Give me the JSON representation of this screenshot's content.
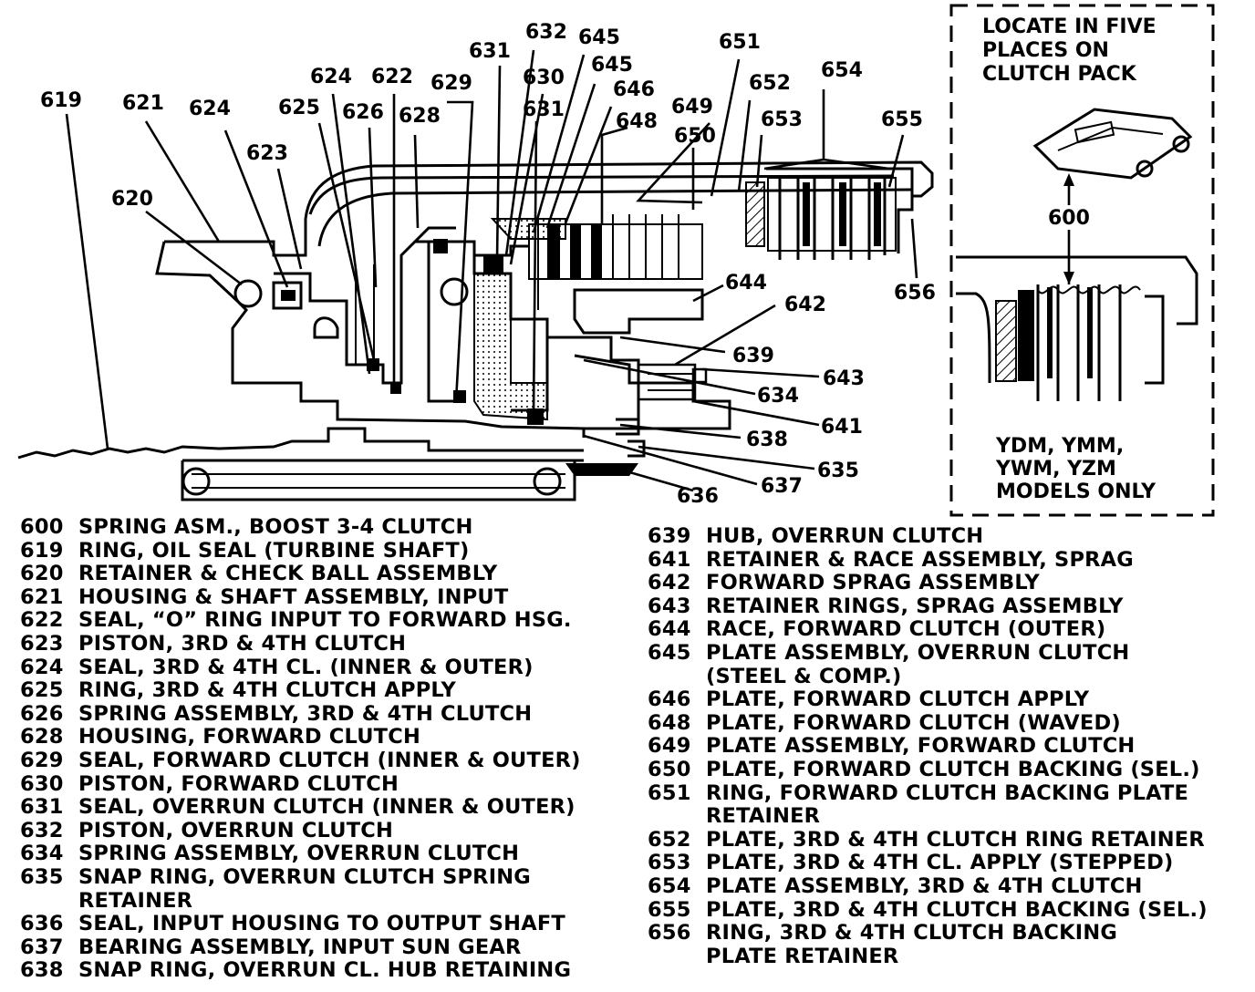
{
  "diagram": {
    "callouts": [
      {
        "id": "c619",
        "text": "619"
      },
      {
        "id": "c621",
        "text": "621"
      },
      {
        "id": "c624a",
        "text": "624"
      },
      {
        "id": "c620",
        "text": "620"
      },
      {
        "id": "c623",
        "text": "623"
      },
      {
        "id": "c625",
        "text": "625"
      },
      {
        "id": "c624b",
        "text": "624"
      },
      {
        "id": "c626",
        "text": "626"
      },
      {
        "id": "c622",
        "text": "622"
      },
      {
        "id": "c628",
        "text": "628"
      },
      {
        "id": "c629",
        "text": "629"
      },
      {
        "id": "c631a",
        "text": "631"
      },
      {
        "id": "c632",
        "text": "632"
      },
      {
        "id": "c645a",
        "text": "645"
      },
      {
        "id": "c630",
        "text": "630"
      },
      {
        "id": "c645b",
        "text": "645"
      },
      {
        "id": "c631b",
        "text": "631"
      },
      {
        "id": "c646",
        "text": "646"
      },
      {
        "id": "c648",
        "text": "648"
      },
      {
        "id": "c649",
        "text": "649"
      },
      {
        "id": "c650",
        "text": "650"
      },
      {
        "id": "c651",
        "text": "651"
      },
      {
        "id": "c652",
        "text": "652"
      },
      {
        "id": "c653",
        "text": "653"
      },
      {
        "id": "c654",
        "text": "654"
      },
      {
        "id": "c655",
        "text": "655"
      },
      {
        "id": "c656",
        "text": "656"
      },
      {
        "id": "c644",
        "text": "644"
      },
      {
        "id": "c642",
        "text": "642"
      },
      {
        "id": "c639",
        "text": "639"
      },
      {
        "id": "c643",
        "text": "643"
      },
      {
        "id": "c634",
        "text": "634"
      },
      {
        "id": "c641",
        "text": "641"
      },
      {
        "id": "c638",
        "text": "638"
      },
      {
        "id": "c635",
        "text": "635"
      },
      {
        "id": "c637",
        "text": "637"
      },
      {
        "id": "c636",
        "text": "636"
      },
      {
        "id": "c600",
        "text": "600"
      }
    ],
    "inset_note": [
      "LOCATE IN FIVE",
      "PLACES ON",
      "CLUTCH PACK"
    ],
    "models_note": [
      "YDM, YMM,",
      "YWM, YZM",
      "MODELS ONLY"
    ]
  },
  "legend_left": [
    {
      "num": "600",
      "text": "SPRING ASM., BOOST 3-4 CLUTCH"
    },
    {
      "num": "619",
      "text": "RING, OIL SEAL (TURBINE SHAFT)"
    },
    {
      "num": "620",
      "text": "RETAINER & CHECK BALL ASSEMBLY"
    },
    {
      "num": "621",
      "text": "HOUSING & SHAFT ASSEMBLY, INPUT"
    },
    {
      "num": "622",
      "text": "SEAL, “O” RING INPUT TO FORWARD HSG."
    },
    {
      "num": "623",
      "text": "PISTON, 3RD & 4TH CLUTCH"
    },
    {
      "num": "624",
      "text": "SEAL, 3RD & 4TH CL. (INNER & OUTER)"
    },
    {
      "num": "625",
      "text": "RING, 3RD & 4TH CLUTCH APPLY"
    },
    {
      "num": "626",
      "text": "SPRING ASSEMBLY, 3RD & 4TH CLUTCH"
    },
    {
      "num": "628",
      "text": "HOUSING, FORWARD CLUTCH"
    },
    {
      "num": "629",
      "text": "SEAL, FORWARD CLUTCH (INNER & OUTER)"
    },
    {
      "num": "630",
      "text": "PISTON, FORWARD CLUTCH"
    },
    {
      "num": "631",
      "text": "SEAL, OVERRUN CLUTCH (INNER & OUTER)"
    },
    {
      "num": "632",
      "text": "PISTON, OVERRUN CLUTCH"
    },
    {
      "num": "634",
      "text": "SPRING ASSEMBLY, OVERRUN CLUTCH"
    },
    {
      "num": "635",
      "text": "SNAP RING, OVERRUN CLUTCH SPRING",
      "cont": "RETAINER"
    },
    {
      "num": "636",
      "text": "SEAL, INPUT HOUSING TO OUTPUT SHAFT"
    },
    {
      "num": "637",
      "text": "BEARING ASSEMBLY, INPUT SUN GEAR"
    },
    {
      "num": "638",
      "text": "SNAP RING, OVERRUN CL. HUB RETAINING"
    }
  ],
  "legend_right": [
    {
      "num": "639",
      "text": "HUB, OVERRUN CLUTCH"
    },
    {
      "num": "641",
      "text": "RETAINER & RACE ASSEMBLY, SPRAG"
    },
    {
      "num": "642",
      "text": "FORWARD SPRAG ASSEMBLY"
    },
    {
      "num": "643",
      "text": "RETAINER RINGS, SPRAG ASSEMBLY"
    },
    {
      "num": "644",
      "text": "RACE, FORWARD CLUTCH (OUTER)"
    },
    {
      "num": "645",
      "text": "PLATE ASSEMBLY, OVERRUN CLUTCH",
      "cont": "(STEEL & COMP.)"
    },
    {
      "num": "646",
      "text": "PLATE, FORWARD CLUTCH APPLY"
    },
    {
      "num": "648",
      "text": "PLATE, FORWARD CLUTCH (WAVED)"
    },
    {
      "num": "649",
      "text": "PLATE ASSEMBLY, FORWARD CLUTCH"
    },
    {
      "num": "650",
      "text": "PLATE, FORWARD CLUTCH BACKING (SEL.)"
    },
    {
      "num": "651",
      "text": "RING, FORWARD CLUTCH BACKING PLATE",
      "cont": "RETAINER"
    },
    {
      "num": "652",
      "text": "PLATE, 3RD & 4TH CLUTCH RING RETAINER"
    },
    {
      "num": "653",
      "text": "PLATE, 3RD & 4TH CL. APPLY (STEPPED)"
    },
    {
      "num": "654",
      "text": "PLATE ASSEMBLY, 3RD & 4TH CLUTCH"
    },
    {
      "num": "655",
      "text": "PLATE, 3RD & 4TH CLUTCH BACKING (SEL.)"
    },
    {
      "num": "656",
      "text": "RING, 3RD & 4TH CLUTCH BACKING",
      "cont": "PLATE RETAINER"
    }
  ]
}
